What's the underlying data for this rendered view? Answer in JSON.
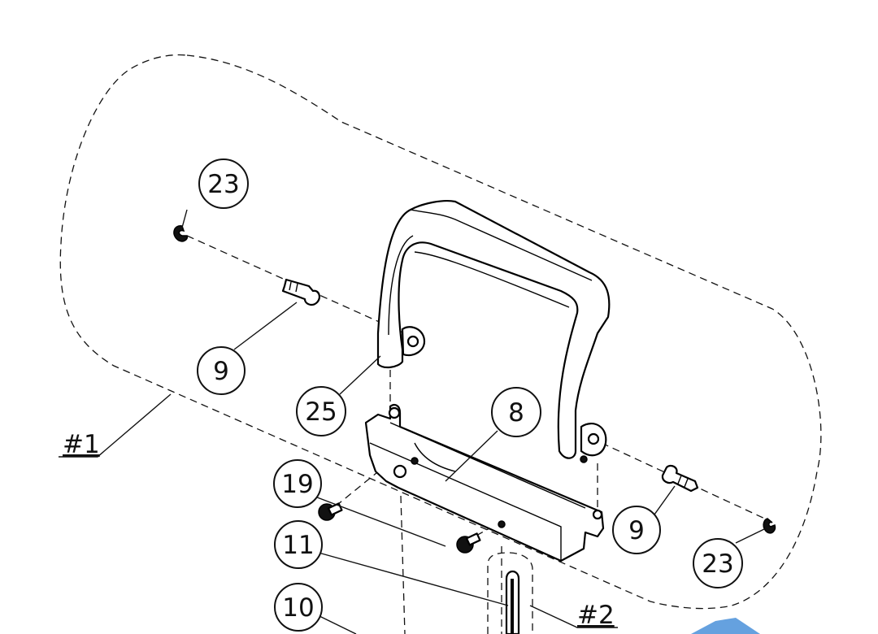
{
  "drawing": {
    "balloons": [
      {
        "id": "b23-top",
        "label": "23"
      },
      {
        "id": "b9-left",
        "label": "9"
      },
      {
        "id": "b25",
        "label": "25"
      },
      {
        "id": "b8",
        "label": "8"
      },
      {
        "id": "b19",
        "label": "19"
      },
      {
        "id": "b11",
        "label": "11"
      },
      {
        "id": "b10",
        "label": "10"
      },
      {
        "id": "b9-right",
        "label": "9"
      },
      {
        "id": "b23-bottom",
        "label": "23"
      }
    ],
    "references": [
      {
        "id": "ref1",
        "label": "#1"
      },
      {
        "id": "ref2",
        "label": "#2"
      }
    ]
  },
  "colors": {
    "ink": "#111111",
    "accent": "#4a90d9"
  }
}
